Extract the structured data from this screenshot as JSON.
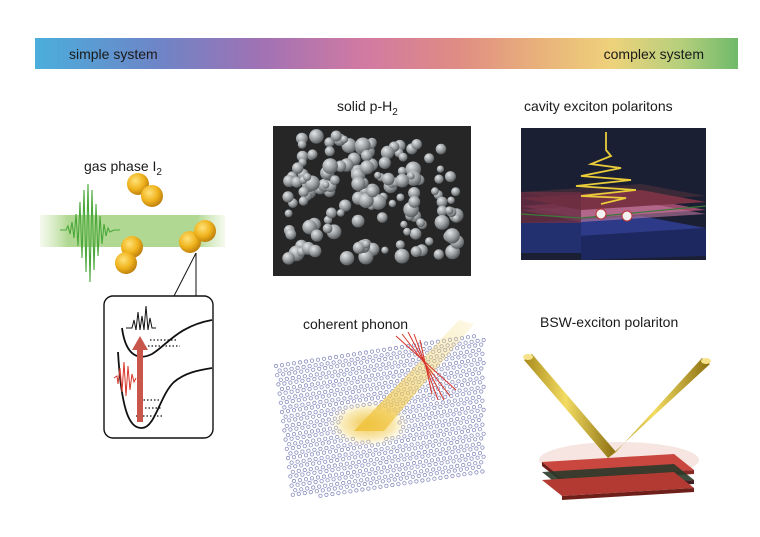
{
  "bar": {
    "left_label": "simple system",
    "right_label": "complex system"
  },
  "panels": {
    "gas": {
      "title": "gas phase I",
      "title_sub": "2"
    },
    "solid": {
      "title": "solid p-H",
      "title_sub": "2"
    },
    "cavity": {
      "title": "cavity exciton polaritons"
    },
    "phonon": {
      "title": "coherent phonon"
    },
    "bsw": {
      "title": "BSW-exciton polariton"
    }
  },
  "colors": {
    "molecule_gold": "#f0b41e",
    "pulse_green": "#4aa83a",
    "pulse_red": "#d8352a",
    "solid_bg": "#262626",
    "sphere_gray": "#9a9ea0",
    "lattice_blue": "#8a8fc0",
    "cavity_bg": "#1b1f33"
  }
}
